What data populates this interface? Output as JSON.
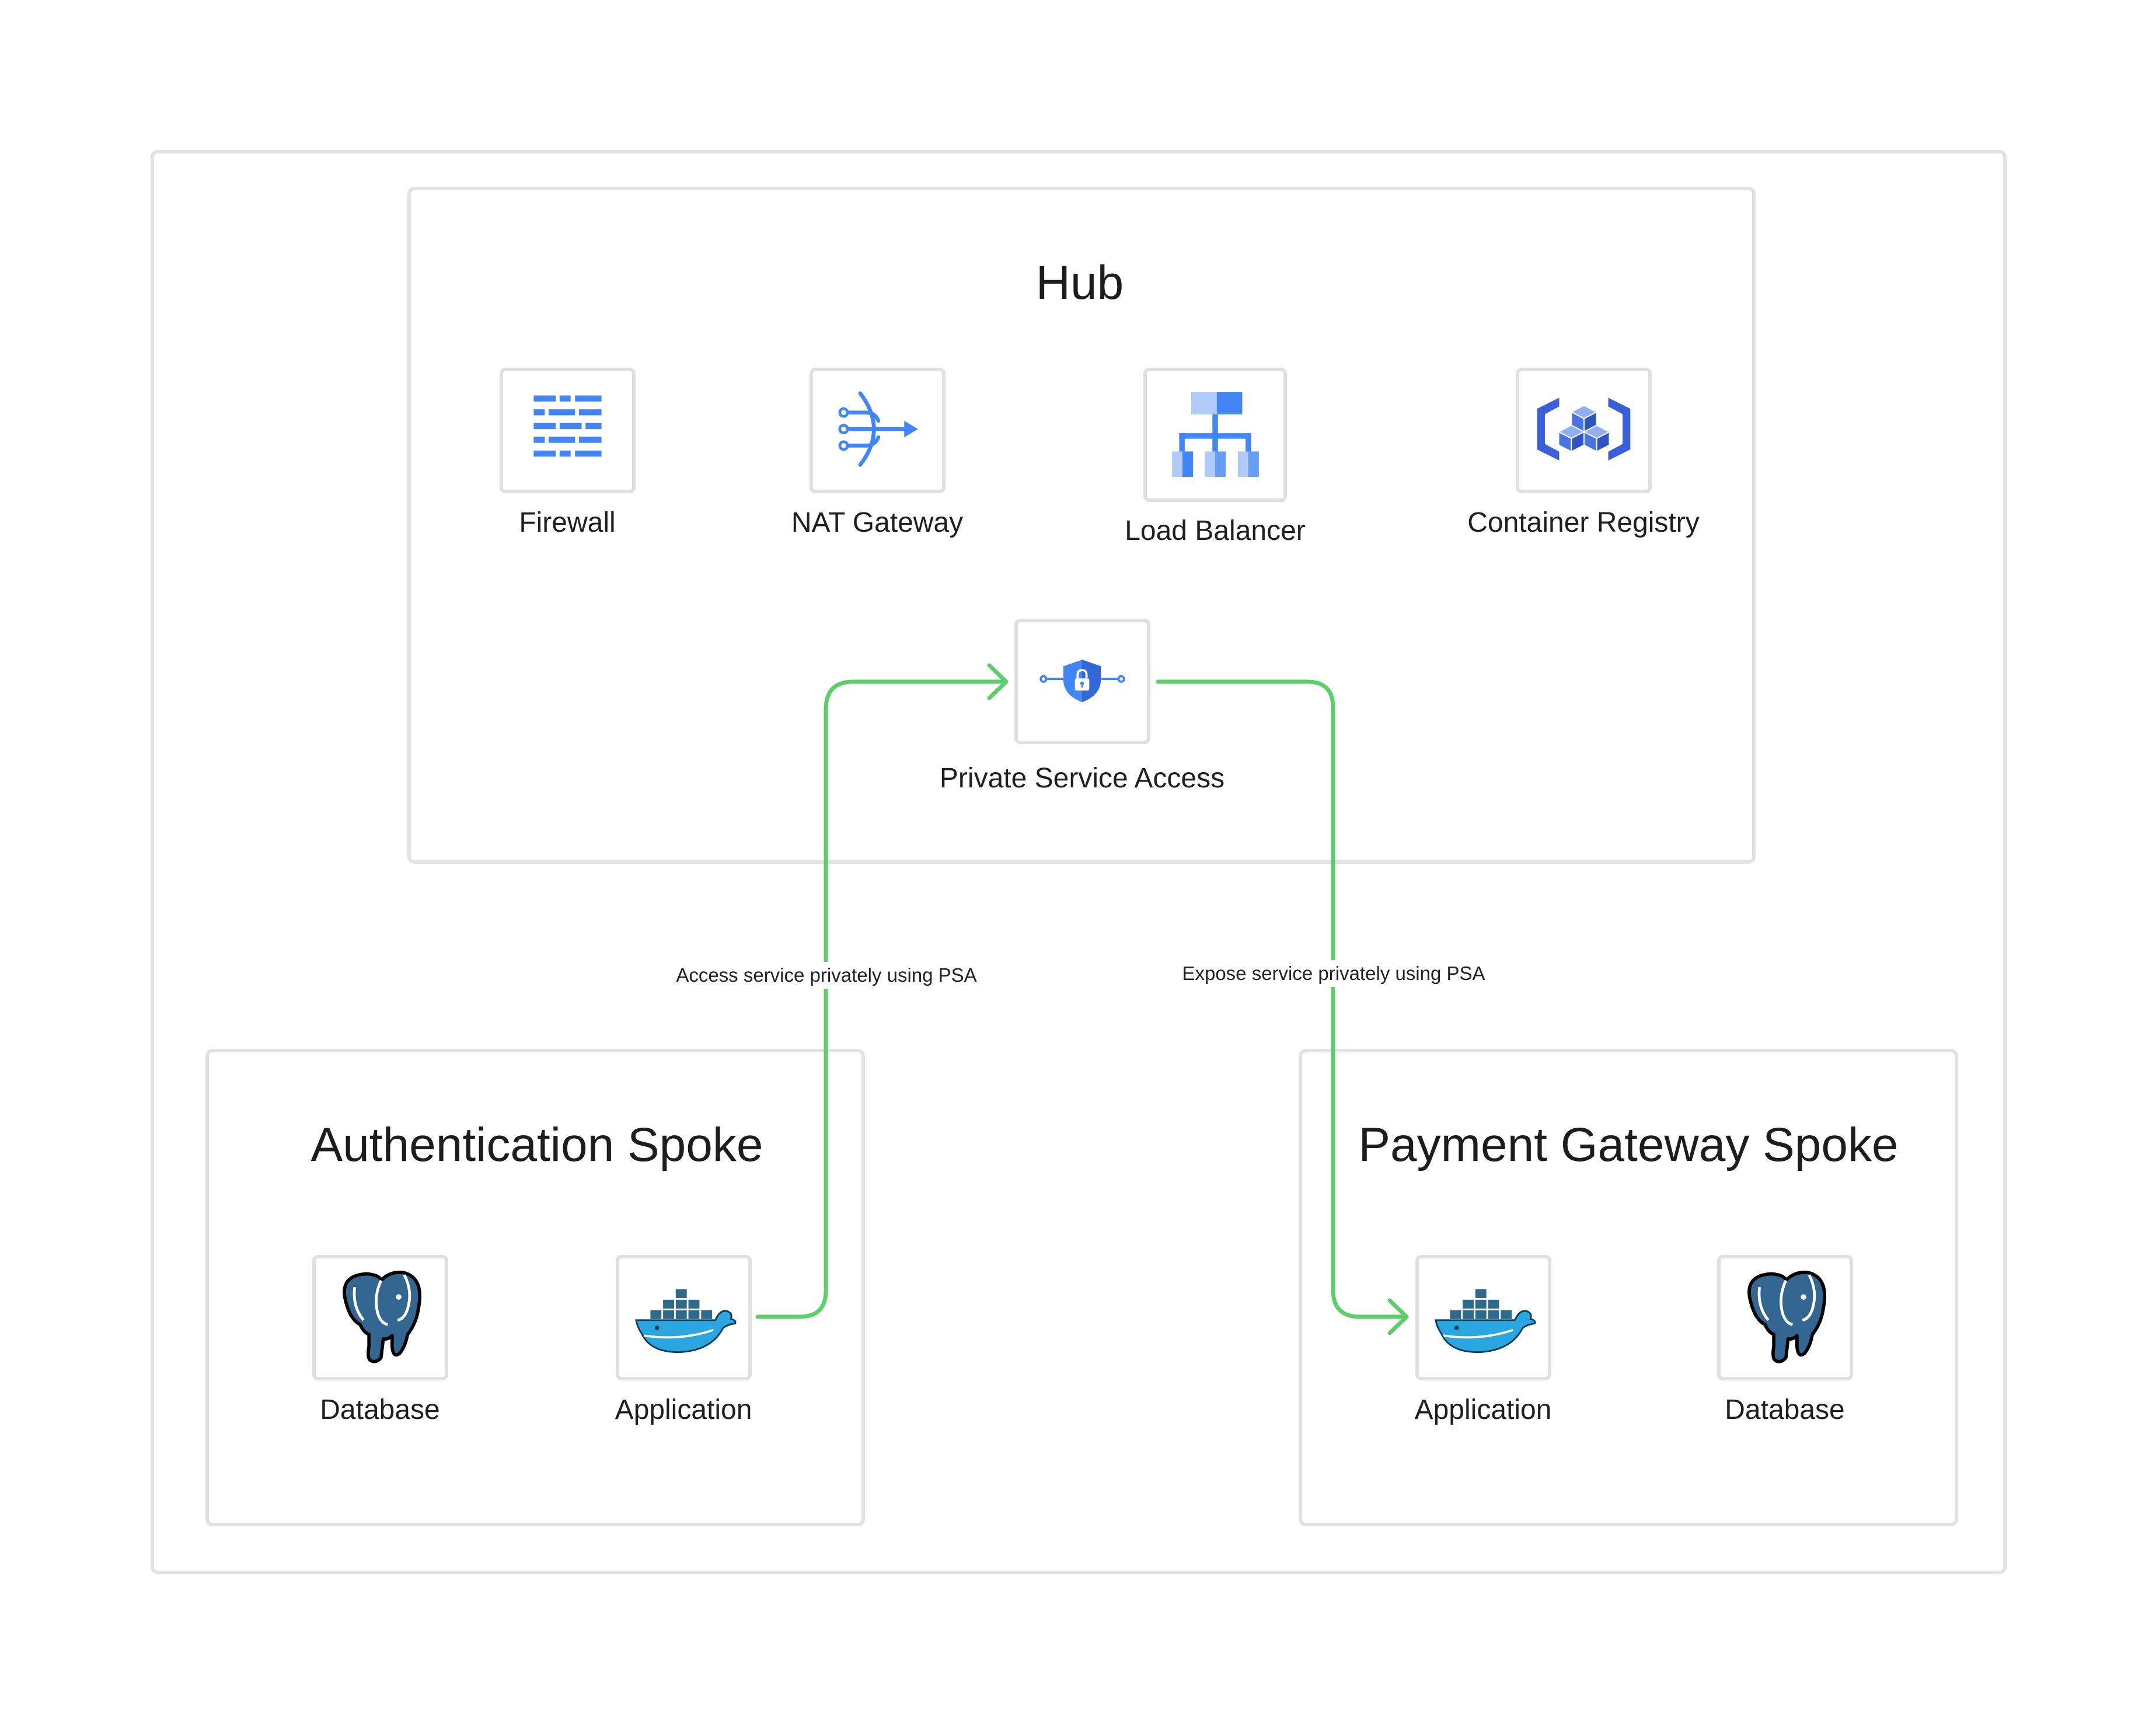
{
  "hub": {
    "title": "Hub",
    "nodes": {
      "firewall": "Firewall",
      "nat_gateway": "NAT Gateway",
      "load_balancer": "Load Balancer",
      "container_registry": "Container Registry",
      "psa": "Private Service Access"
    }
  },
  "auth_spoke": {
    "title": "Authentication Spoke",
    "database": "Database",
    "application": "Application"
  },
  "payment_spoke": {
    "title": "Payment Gateway Spoke",
    "application": "Application",
    "database": "Database"
  },
  "edges": {
    "access": "Access service privately using PSA",
    "expose": "Expose service privately using PSA",
    "color": "#5ccf6a"
  },
  "icons": {
    "firewall": "firewall-icon",
    "nat_gateway": "nat-gateway-icon",
    "load_balancer": "load-balancer-icon",
    "container_registry": "container-registry-icon",
    "psa": "shield-lock-icon",
    "database": "postgresql-elephant-icon",
    "application": "docker-whale-icon"
  },
  "colors": {
    "google_blue": "#4285f4",
    "postgres_blue": "#336791",
    "docker_blue": "#2496ed",
    "border": "#e2e2e2"
  }
}
